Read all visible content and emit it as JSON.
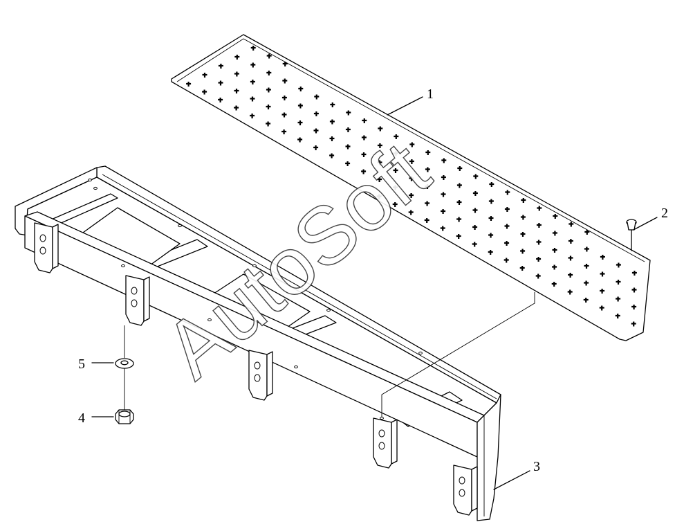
{
  "watermark": {
    "text": "AutoSoft"
  },
  "callouts": [
    {
      "id": "1",
      "part": "perforated-plate"
    },
    {
      "id": "2",
      "part": "bolt"
    },
    {
      "id": "3",
      "part": "frame"
    },
    {
      "id": "4",
      "part": "nut"
    },
    {
      "id": "5",
      "part": "washer"
    }
  ]
}
